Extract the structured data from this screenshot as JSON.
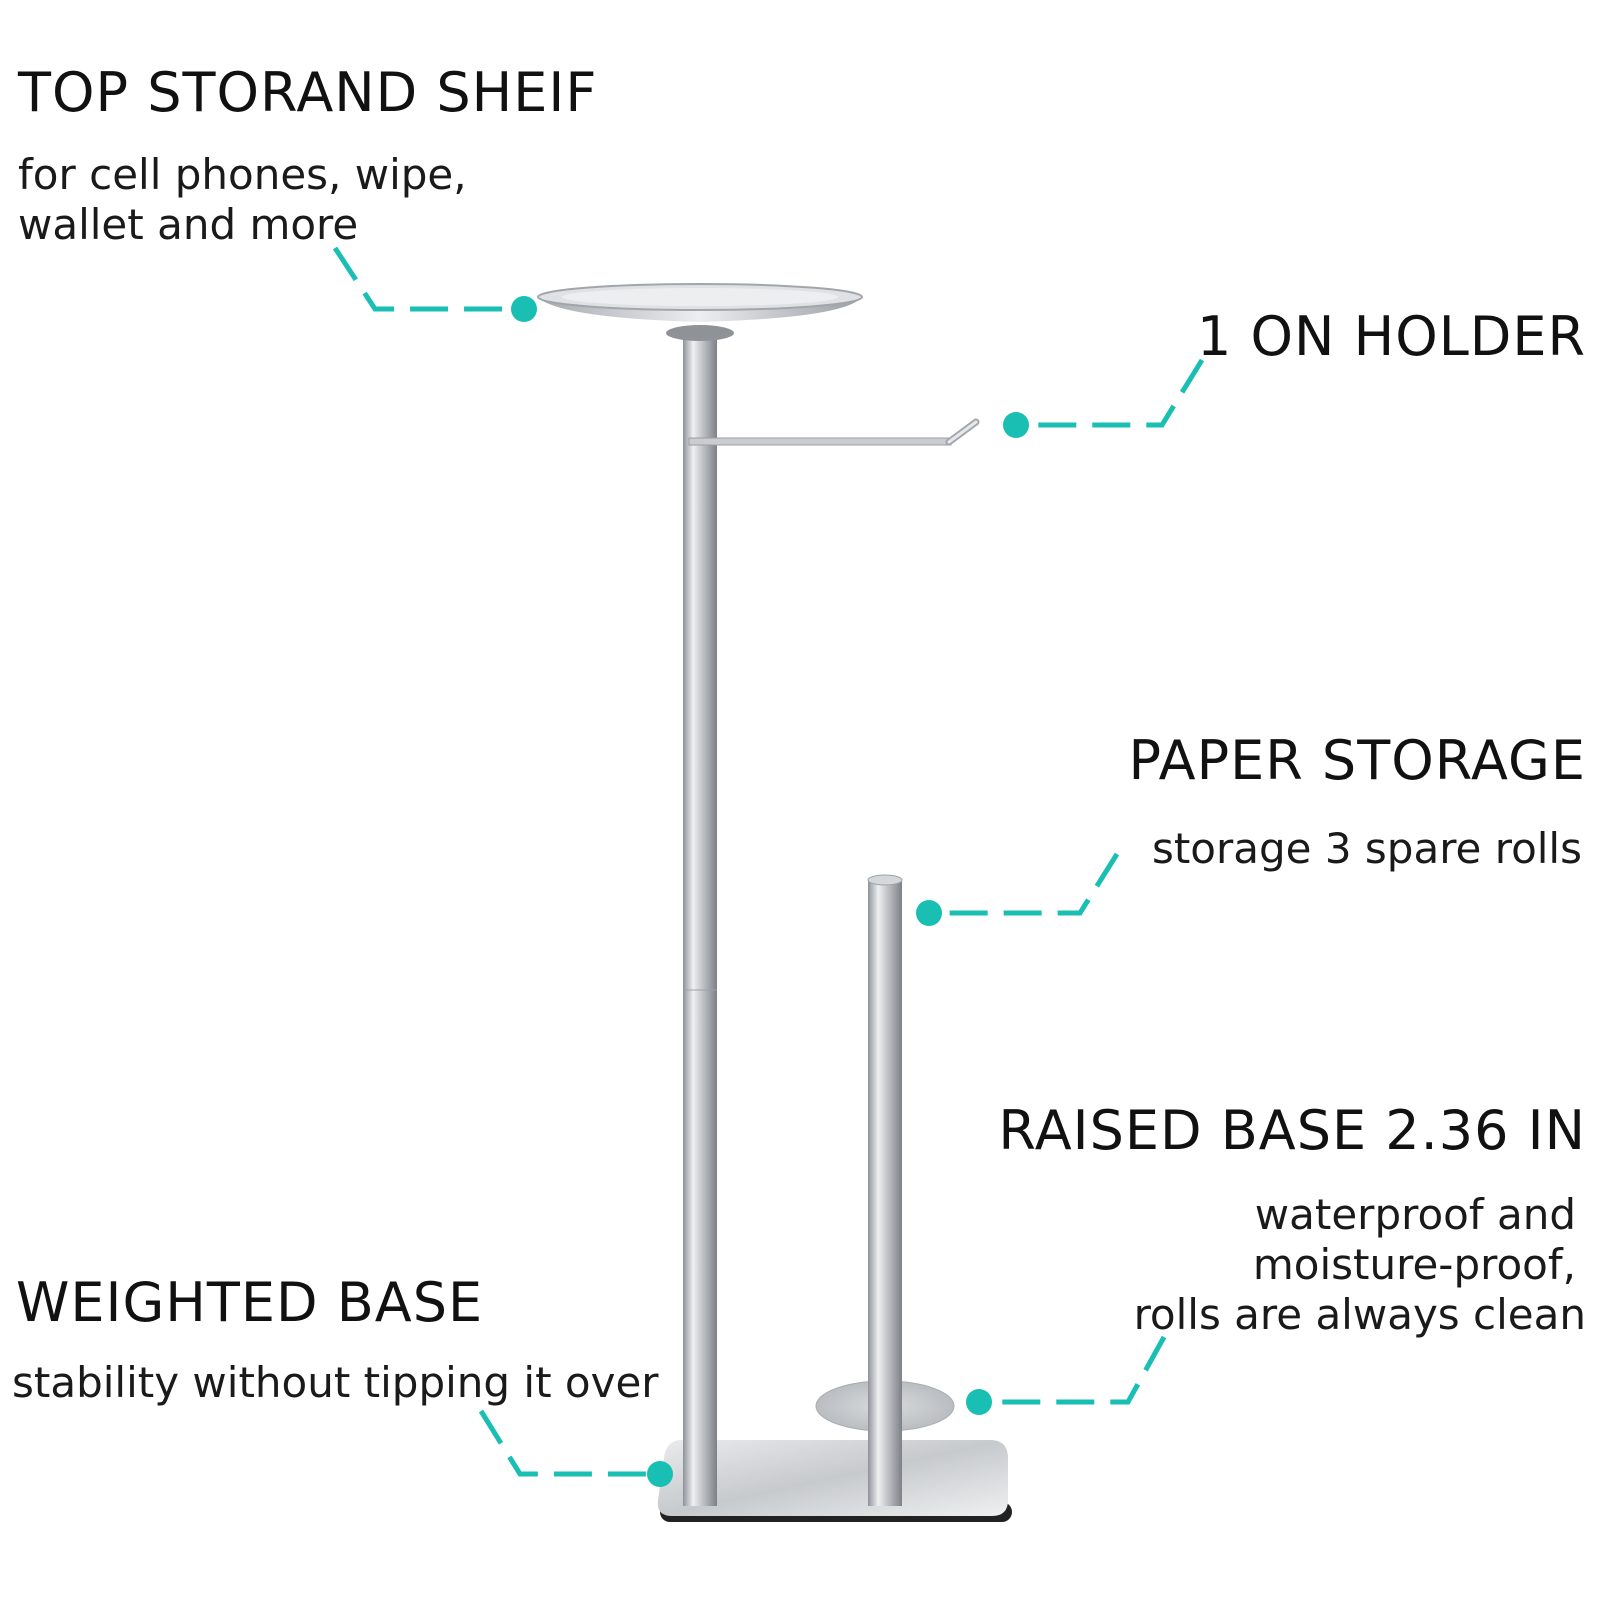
{
  "colors": {
    "accent": "#19bfb2",
    "metal": "#c9ccd0",
    "text": "#111111"
  },
  "callouts": {
    "shelf": {
      "title": "TOP STORAND SHEIF",
      "lines": [
        "for cell phones, wipe,",
        "wallet and more"
      ]
    },
    "holder": {
      "title": "1 ON HOLDER"
    },
    "storage": {
      "title": "PAPER STORAGE",
      "lines": [
        "storage 3 spare rolls"
      ]
    },
    "raised": {
      "title": "RAISED BASE 2.36 IN",
      "lines": [
        "waterproof and",
        "moisture-proof,",
        "rolls are always clean"
      ]
    },
    "weighted": {
      "title": "WEIGHTED BASE",
      "lines": [
        "stability without tipping it over"
      ]
    }
  }
}
